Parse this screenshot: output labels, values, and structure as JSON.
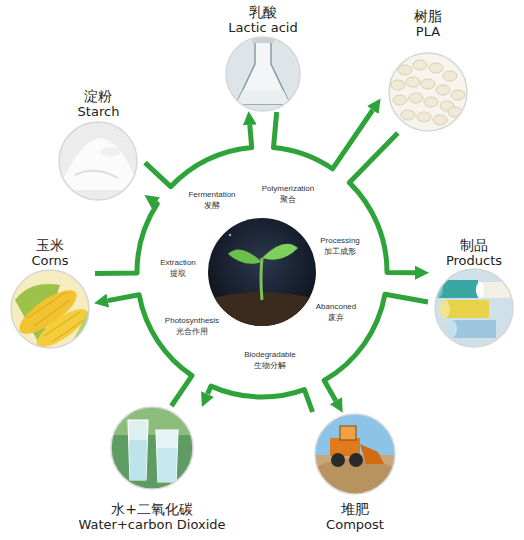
{
  "diagram": {
    "nodes": [
      {
        "text": [
          "乳酸",
          "Lactic acid"
        ]
      },
      {
        "text": [
          "树脂",
          "PLA"
        ]
      },
      {
        "text": [
          "制品",
          "Products"
        ]
      },
      {
        "text": [
          "堆肥",
          "Compost"
        ]
      },
      {
        "text": [
          "水+二氧化碳",
          "Water+carbon Dioxide"
        ]
      },
      {
        "text": [
          "玉米",
          "Corns"
        ]
      },
      {
        "text": [
          "淀粉",
          "Starch"
        ]
      }
    ],
    "edges": [
      {
        "from": 0,
        "to": 1,
        "label": "Polymerization 聚合",
        "arrow": "to"
      },
      {
        "from": 1,
        "to": 2,
        "label": "Processing 加工成形",
        "arrow": "to"
      },
      {
        "from": 2,
        "to": 3,
        "label": "Abanconed 废弃",
        "arrow": "to"
      },
      {
        "from": 3,
        "to": 4,
        "label": "Biodegradable 生物分解",
        "arrow": "to"
      },
      {
        "from": 4,
        "to": 5,
        "label": "Photosynthesis 光合作用",
        "arrow": "to"
      },
      {
        "from": 5,
        "to": 6,
        "label": "Extraction 提取",
        "arrow": "to"
      },
      {
        "from": 6,
        "to": 0,
        "label": "Fermentation 发酵",
        "arrow": "to"
      }
    ]
  }
}
